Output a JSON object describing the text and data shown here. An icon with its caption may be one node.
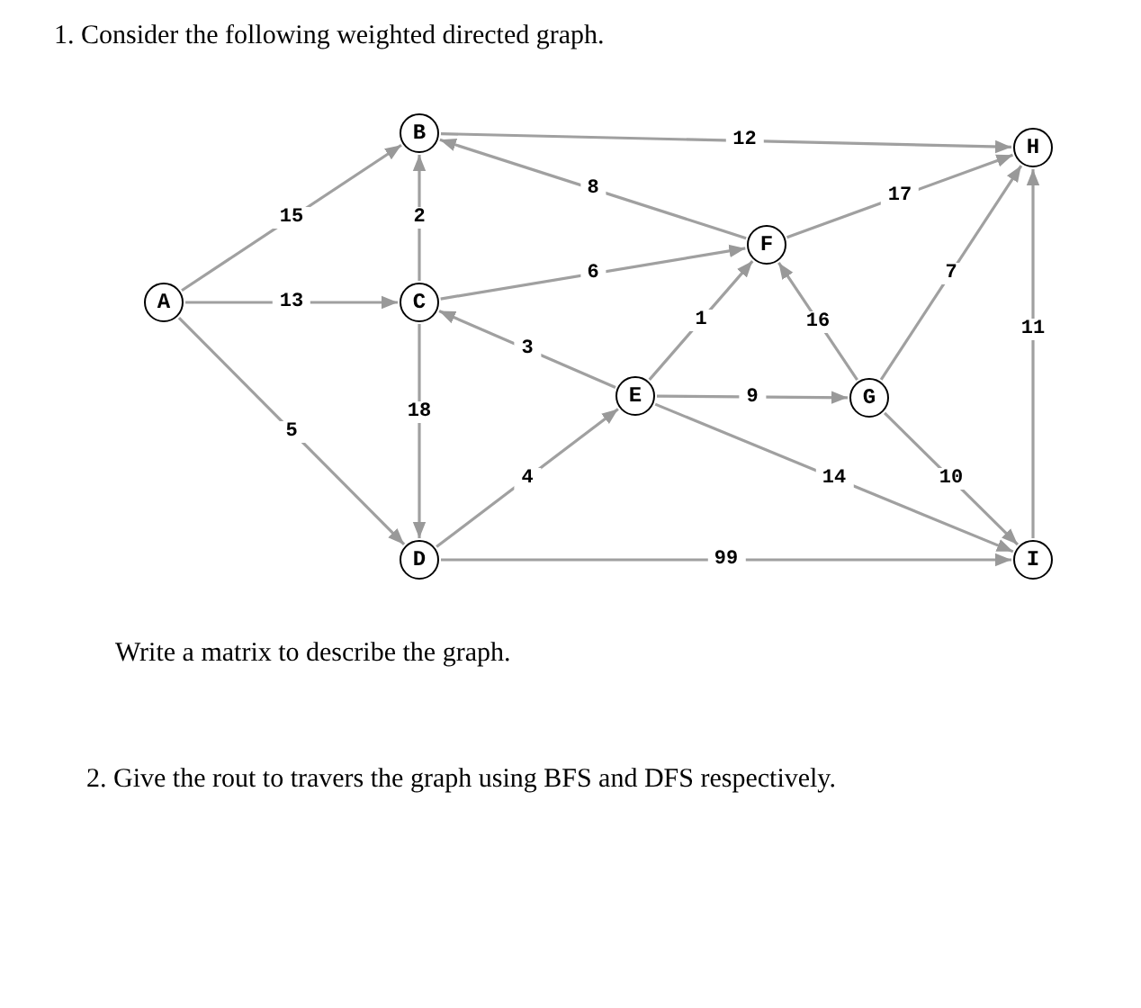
{
  "diagram": {
    "nodes": [
      {
        "text": [
          "A"
        ]
      },
      {
        "text": [
          "B"
        ]
      },
      {
        "text": [
          "C"
        ]
      },
      {
        "text": [
          "D"
        ]
      },
      {
        "text": [
          "E"
        ]
      },
      {
        "text": [
          "F"
        ]
      },
      {
        "text": [
          "G"
        ]
      },
      {
        "text": [
          "H"
        ]
      },
      {
        "text": [
          "I"
        ]
      }
    ],
    "edges": [
      {
        "from": 0,
        "to": 1,
        "arrow": "to",
        "label": "15"
      },
      {
        "from": 1,
        "to": 7,
        "arrow": "to",
        "label": "12"
      },
      {
        "from": 5,
        "to": 1,
        "arrow": "to",
        "label": "8"
      },
      {
        "from": 2,
        "to": 1,
        "arrow": "to",
        "label": "2"
      },
      {
        "from": 0,
        "to": 2,
        "arrow": "to",
        "label": "13"
      },
      {
        "from": 2,
        "to": 5,
        "arrow": "to",
        "label": "6"
      },
      {
        "from": 5,
        "to": 7,
        "arrow": "to",
        "label": "17"
      },
      {
        "from": 6,
        "to": 7,
        "arrow": "to",
        "label": "7"
      },
      {
        "from": 8,
        "to": 7,
        "arrow": "to",
        "label": "11"
      },
      {
        "from": 4,
        "to": 5,
        "arrow": "to",
        "label": "1"
      },
      {
        "from": 6,
        "to": 5,
        "arrow": "to",
        "label": "16"
      },
      {
        "from": 4,
        "to": 2,
        "arrow": "to",
        "label": "3"
      },
      {
        "from": 2,
        "to": 3,
        "arrow": "to",
        "label": "18"
      },
      {
        "from": 0,
        "to": 3,
        "arrow": "to",
        "label": "5"
      },
      {
        "from": 4,
        "to": 6,
        "arrow": "to",
        "label": "9"
      },
      {
        "from": 3,
        "to": 4,
        "arrow": "to",
        "label": "4"
      },
      {
        "from": 6,
        "to": 8,
        "arrow": "to",
        "label": "10"
      },
      {
        "from": 4,
        "to": 8,
        "arrow": "to",
        "label": "14"
      },
      {
        "from": 3,
        "to": 8,
        "arrow": "to",
        "label": "99"
      }
    ],
    "labels": [
      "1. Consider the following weighted directed graph.",
      "Write a matrix to describe the graph.",
      "2. Give the rout to travers the graph using BFS and DFS respectively."
    ]
  }
}
